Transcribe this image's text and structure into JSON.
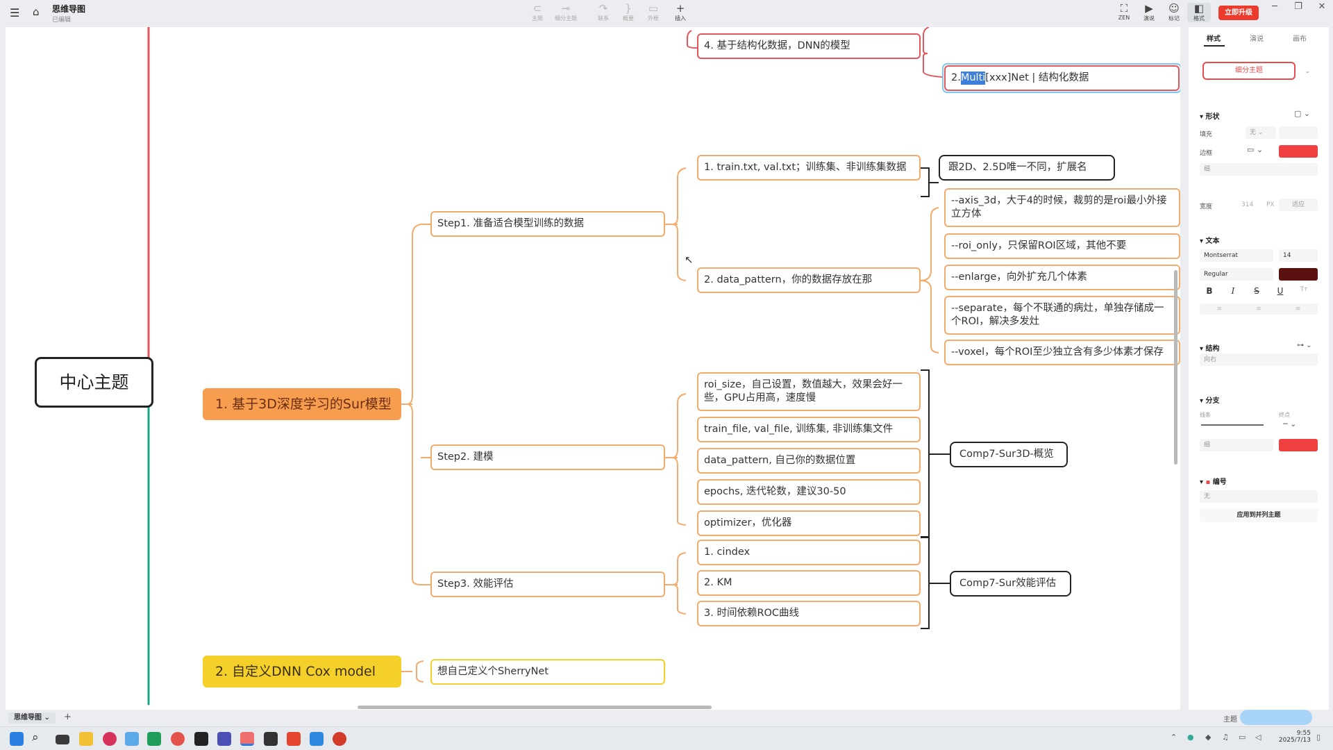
{
  "app": {
    "title": "思维导图",
    "subtitle": "已编辑"
  },
  "toolbar": {
    "left": [
      {
        "label": "主题",
        "icon": "topic-icon",
        "glyph": "⊂"
      },
      {
        "label": "细分主题",
        "icon": "subtopic-icon",
        "glyph": "⊸"
      },
      {
        "label": "联系",
        "icon": "relationship-icon",
        "glyph": "↷"
      },
      {
        "label": "概要",
        "icon": "summary-icon",
        "glyph": "}"
      },
      {
        "label": "外框",
        "icon": "boundary-icon",
        "glyph": "▭"
      },
      {
        "label": "插入",
        "icon": "insert-icon",
        "glyph": "+"
      }
    ],
    "right": [
      {
        "label": "ZEN",
        "icon": "zen-icon",
        "glyph": "⛶"
      },
      {
        "label": "演说",
        "icon": "pitch-icon",
        "glyph": "▶"
      },
      {
        "label": "标记",
        "icon": "marker-icon",
        "glyph": "☺"
      },
      {
        "label": "格式",
        "icon": "format-panel-icon",
        "glyph": "◧"
      }
    ],
    "upgrade": "立即升级"
  },
  "map": {
    "center": "中心主题",
    "branch1": "1. 基于3D深度学习的Sur模型",
    "branch2": "2. 自定义DNN Cox model",
    "top_node": "4. 基于结构化数据，DNN的模型",
    "selected_node": {
      "highlight": "Multi",
      "prefix": "2. ",
      "suffix": "[xxx]Net | 结构化数据"
    },
    "step1": "Step1. 准备适合模型训练的数据",
    "step2": "Step2. 建模",
    "step3": "Step3. 效能评估",
    "sherry": "想自己定义个SherryNet",
    "train_txt": "1. train.txt, val.txt；训练集、非训练集数据",
    "data_pattern": "2. data_pattern，你的数据存放在那",
    "note_2d": "跟2D、2.5D唯一不同，扩展名",
    "opts": [
      "--axis_3d，大于4的时候，裁剪的是roi最小外接立方体",
      "--roi_only，只保留ROI区域，其他不要",
      "--enlarge，向外扩充几个体素",
      "--separate，每个不联通的病灶，单独存储成一个ROI，解决多发灶",
      "--voxel，每个ROI至少独立含有多少体素才保存"
    ],
    "model_params": [
      "roi_size，自己设置，数值越大，效果会好一些，GPU占用高，速度慢",
      "train_file, val_file, 训练集, 非训练集文件",
      "data_pattern, 自己你的数据位置",
      "epochs, 迭代轮数，建议30-50",
      "optimizer，优化器"
    ],
    "eval": [
      "1. cindex",
      "2. KM",
      "3. 时间依赖ROC曲线"
    ],
    "comp_overview": "Comp7-Sur3D-概览",
    "comp_eval": "Comp7-Sur效能评估"
  },
  "panel": {
    "tabs": [
      "样式",
      "演说",
      "画布"
    ],
    "subtopic_button": "细分主题",
    "shape": {
      "title": "形状",
      "fill_label": "填充",
      "fill_value": "无",
      "border_label": "边框",
      "border_color": "#ef3f3f",
      "weight": "细",
      "width_label": "宽度",
      "width_value": "314",
      "width_unit": "PX",
      "fit": "适应"
    },
    "text": {
      "title": "文本",
      "font": "Montserrat",
      "size": "14",
      "style": "Regular",
      "color": "#5c1111"
    },
    "structure": {
      "title": "结构",
      "value": "向右"
    },
    "branch": {
      "title": "分支",
      "line_label": "线条",
      "end_label": "终点",
      "weight": "细",
      "color": "#ef3f3f"
    },
    "numbering": {
      "title": "编号",
      "value": "无",
      "apply": "应用到并列主题"
    }
  },
  "status": {
    "sheet_tab": "思维导图",
    "right_label": "主题"
  },
  "taskbar": {
    "time": "9:55",
    "date": "2025/7/13"
  }
}
